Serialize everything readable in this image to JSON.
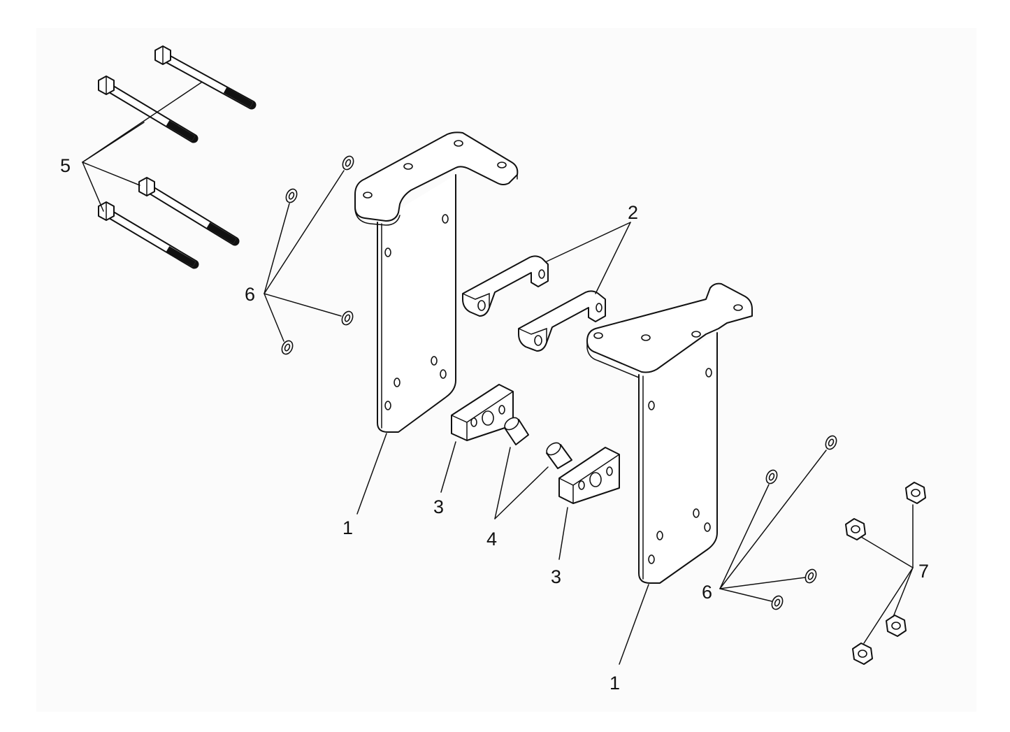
{
  "diagram": {
    "callouts": {
      "bracket_left": "1",
      "bracket_right": "1",
      "spacer": "2",
      "block_left": "3",
      "block_right": "3",
      "bushing": "4",
      "bolt": "5",
      "washer_left": "6",
      "washer_right": "6",
      "nut": "7"
    }
  }
}
